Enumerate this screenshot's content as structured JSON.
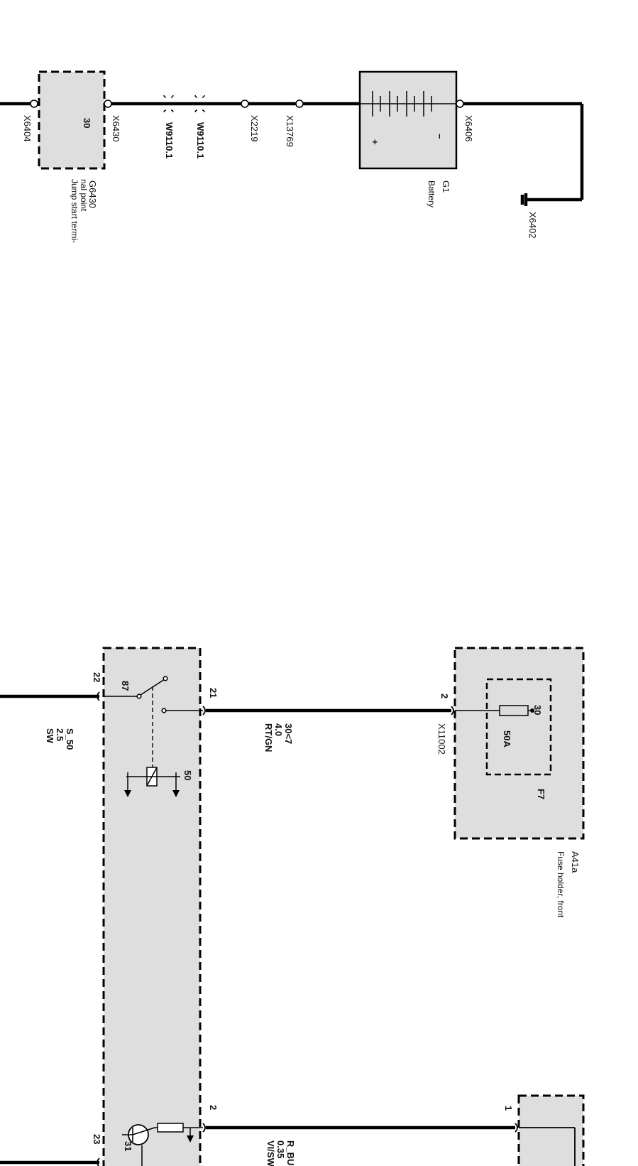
{
  "connectors": {
    "x6404": "X6404",
    "x6430": "X6430",
    "w9110_a": "W9110.1",
    "w9110_b": "W9110.1",
    "x2219": "X2219",
    "x13769": "X13769",
    "x6406": "X6406",
    "x6402": "X6402",
    "x11002": "X11002"
  },
  "components": {
    "g6430": {
      "id": "G6430",
      "name": "Jump start termi-\nnal point",
      "pin": "30"
    },
    "g1": {
      "id": "G1",
      "name": "Battery",
      "plus": "+",
      "minus": "−"
    },
    "a41a": {
      "id": "A41a",
      "name": "Fuse holder, front",
      "fuse_id": "F7",
      "fuse_pin": "30",
      "fuse_rating": "50A",
      "pin": "2"
    },
    "relay": {
      "pin_22": "22",
      "pin_87": "87",
      "pin_21": "21",
      "pin_50": "50",
      "pin_2": "2",
      "pin_23": "23",
      "pin_31": "31"
    }
  },
  "wires": {
    "s50": {
      "signal": "S_50",
      "gauge": "2.5",
      "color": "SW"
    },
    "b30": {
      "signal": "30<7",
      "gauge": "4.0",
      "color": "RT/GN"
    },
    "rbu": {
      "signal": "R_BU",
      "gauge": "0.35",
      "color": "VI/SW"
    }
  },
  "bottom_right": {
    "pin": "1"
  }
}
